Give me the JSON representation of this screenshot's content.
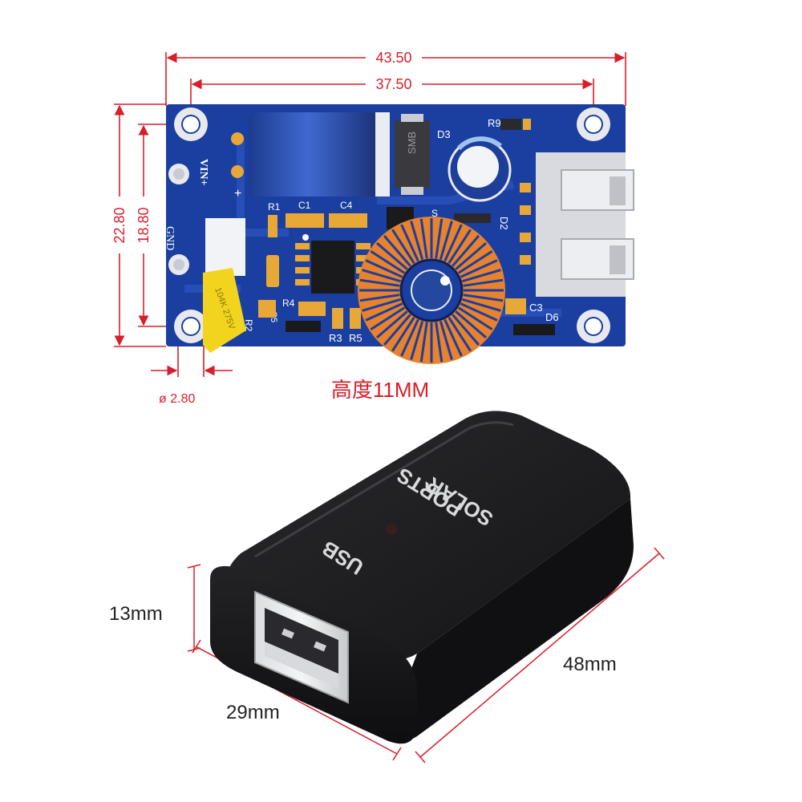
{
  "board": {
    "dimensions": {
      "overall_width": "43.50",
      "hole_spacing_width": "37.50",
      "overall_height": "22.80",
      "hole_spacing_height": "18.80",
      "hole_diameter": "ø 2.80",
      "height_note": "高度11MM"
    },
    "silkscreen": {
      "vin_label": "VIN+",
      "gnd_label": "GND",
      "plus_label": "+",
      "diode_package": "SMB",
      "refs": {
        "r1": "R1",
        "c1": "C1",
        "c4": "C4",
        "d3": "D3",
        "r9": "R9",
        "d2": "D2",
        "r4": "R4",
        "r2": "R2",
        "r3": "R3",
        "r5": "R5",
        "c5": "C5",
        "c3": "C3",
        "d6": "D6",
        "s": "S"
      },
      "capacitor_marking": "104K 275V"
    },
    "colors": {
      "pcb": "#1a3fa0",
      "pad": "#e8a838",
      "coil": "#e8822c",
      "dimension": "#d81e2a",
      "dimension_text": "#d81e2a"
    }
  },
  "enclosure": {
    "labels": {
      "line1": "SOLAR",
      "line2": "PORTS",
      "line3": "USB"
    },
    "dimensions": {
      "height": "13mm",
      "length": "48mm",
      "width": "29mm"
    },
    "colors": {
      "body": "#1b1b1d",
      "dimension": "#d81e2a"
    }
  }
}
